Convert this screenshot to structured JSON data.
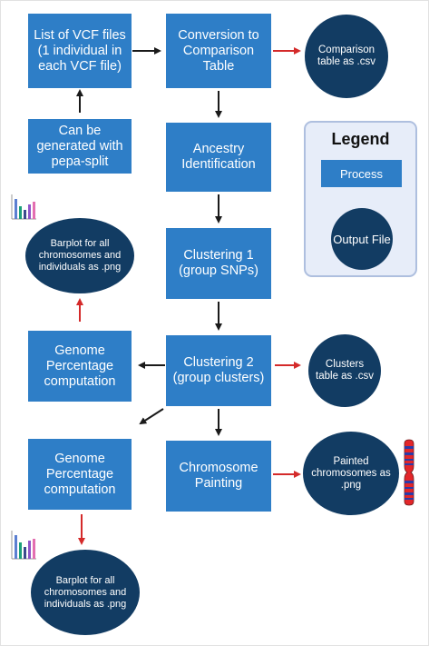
{
  "boxes": {
    "vcf_list": "List of VCF files (1 individual in each VCF file)",
    "pepa_split": "Can be generated with pepa-split",
    "conversion": "Conversion to Comparison Table",
    "ancestry": "Ancestry Identification",
    "clustering1": "Clustering 1 (group SNPs)",
    "clustering2": "Clustering 2 (group clusters)",
    "genome_pct_1": "Genome Percentage computation",
    "genome_pct_2": "Genome Percentage computation",
    "chromosome_painting": "Chromosome Painting"
  },
  "outputs": {
    "comparison_table": "Comparison table as .csv",
    "barplot_1": "Barplot for all chromosomes and individuals as .png",
    "clusters_table": "Clusters table as .csv",
    "painted_chromosomes": "Painted chromosomes as .png",
    "barplot_2": "Barplot for all chromosomes and individuals as .png"
  },
  "legend": {
    "title": "Legend",
    "process_label": "Process",
    "output_label": "Output File"
  },
  "colors": {
    "process": "#2e7ec7",
    "output": "#123c63",
    "flow_arrow": "#1a1a1a",
    "output_arrow": "#d42a2a"
  },
  "icons": {
    "mini_chart": "bar-chart-icon",
    "chromosome": "chromosome-icon"
  }
}
